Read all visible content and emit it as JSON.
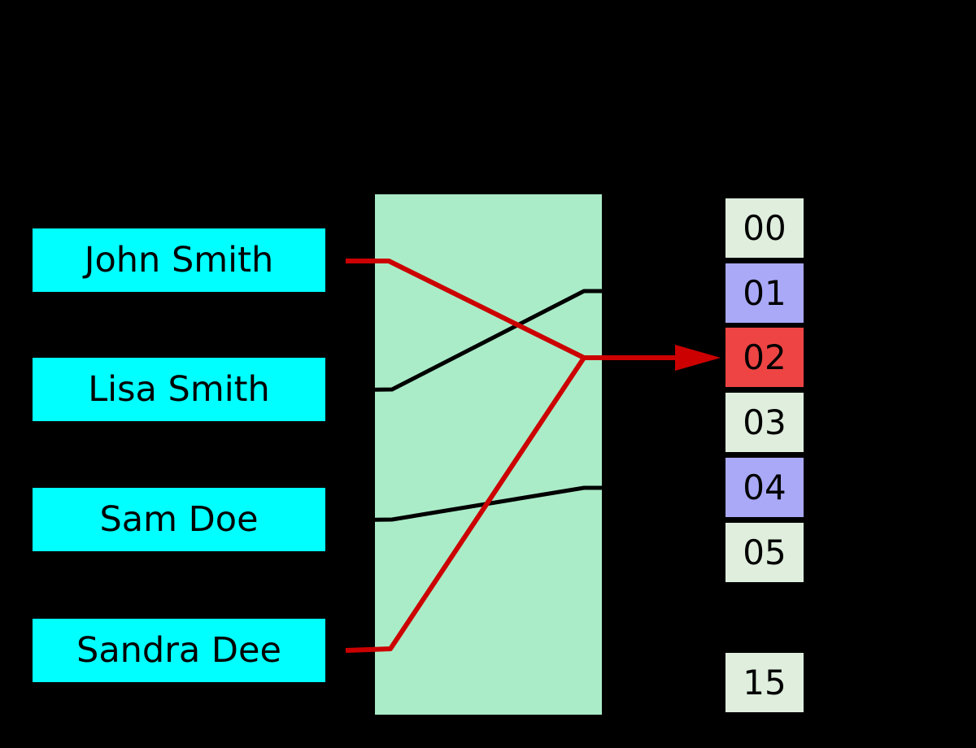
{
  "diagram": {
    "kind": "hash-table-collision-diagram"
  },
  "keys": [
    {
      "label": "John Smith"
    },
    {
      "label": "Lisa Smith"
    },
    {
      "label": "Sam Doe"
    },
    {
      "label": "Sandra Dee"
    }
  ],
  "buckets": [
    {
      "label": "00",
      "state": "empty"
    },
    {
      "label": "01",
      "state": "occupied"
    },
    {
      "label": "02",
      "state": "collision"
    },
    {
      "label": "03",
      "state": "empty"
    },
    {
      "label": "04",
      "state": "occupied"
    },
    {
      "label": "05",
      "state": "empty"
    },
    {
      "label": "15",
      "state": "empty"
    }
  ],
  "connections": [
    {
      "from": "John Smith",
      "to": "02",
      "color": "#cc0000",
      "arrow": true
    },
    {
      "from": "Sandra Dee",
      "to": "02",
      "color": "#cc0000",
      "arrow": true
    },
    {
      "from": "Lisa Smith",
      "to": "01",
      "color": "#000000",
      "arrow": false
    },
    {
      "from": "Sam Doe",
      "to": "04",
      "color": "#000000",
      "arrow": false
    }
  ],
  "colors": {
    "background": "#000000",
    "key-fill": "#00ffff",
    "hash-fill": "#aaecc8",
    "bucket-empty": "#dfeedd",
    "bucket-occupied": "#a9a9f7",
    "bucket-collision": "#ee4444",
    "edge-collision": "#cc0000",
    "edge-normal": "#000000"
  }
}
